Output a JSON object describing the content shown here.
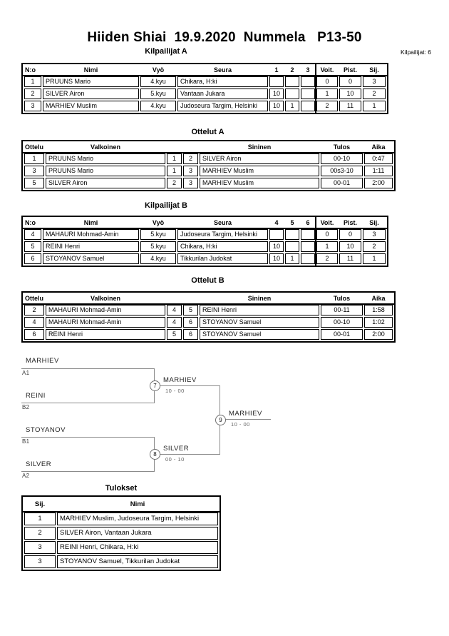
{
  "page": {
    "title": "Hiiden Shiai  19.9.2020  Nummela   P13-50",
    "participants_label": "Kilpailijat: 6"
  },
  "tables": {
    "kilpailijat_a": {
      "heading": "Kilpailijat A",
      "headers": {
        "no": "N:o",
        "nimi": "Nimi",
        "vyo": "Vyö",
        "seura": "Seura",
        "c1": "1",
        "c2": "2",
        "c3": "3",
        "voit": "Voit.",
        "pist": "Pist.",
        "sij": "Sij."
      },
      "rows": [
        {
          "no": "1",
          "nimi": "PRUUNS Mario",
          "vyo": "4.kyu",
          "seura": "Chikara, H:ki",
          "c1": "",
          "c2": "",
          "c3": "",
          "voit": "0",
          "pist": "0",
          "sij": "3"
        },
        {
          "no": "2",
          "nimi": "SILVER Airon",
          "vyo": "5.kyu",
          "seura": "Vantaan Jukara",
          "c1": "10",
          "c2": "",
          "c3": "",
          "voit": "1",
          "pist": "10",
          "sij": "2"
        },
        {
          "no": "3",
          "nimi": "MARHIEV Muslim",
          "vyo": "4.kyu",
          "seura": "Judoseura Targim, Helsinki",
          "c1": "10",
          "c2": "1",
          "c3": "",
          "voit": "2",
          "pist": "11",
          "sij": "1"
        }
      ]
    },
    "ottelut_a": {
      "heading": "Ottelut A",
      "headers": {
        "ottelu": "Ottelu",
        "valkoinen": "Valkoinen",
        "sininen": "Sininen",
        "tulos": "Tulos",
        "aika": "Aika"
      },
      "rows": [
        {
          "ottelu": "1",
          "valkoinen": "PRUUNS Mario",
          "wno": "1",
          "bno": "2",
          "sininen": "SILVER Airon",
          "tulos": "00-10",
          "aika": "0:47"
        },
        {
          "ottelu": "3",
          "valkoinen": "PRUUNS Mario",
          "wno": "1",
          "bno": "3",
          "sininen": "MARHIEV Muslim",
          "tulos": "00s3-10",
          "aika": "1:11"
        },
        {
          "ottelu": "5",
          "valkoinen": "SILVER Airon",
          "wno": "2",
          "bno": "3",
          "sininen": "MARHIEV Muslim",
          "tulos": "00-01",
          "aika": "2:00"
        }
      ]
    },
    "kilpailijat_b": {
      "heading": "Kilpailijat B",
      "headers": {
        "no": "N:o",
        "nimi": "Nimi",
        "vyo": "Vyö",
        "seura": "Seura",
        "c1": "4",
        "c2": "5",
        "c3": "6",
        "voit": "Voit.",
        "pist": "Pist.",
        "sij": "Sij."
      },
      "rows": [
        {
          "no": "4",
          "nimi": "MAHAURI Mohmad-Amin",
          "vyo": "5.kyu",
          "seura": "Judoseura Targim, Helsinki",
          "c1": "",
          "c2": "",
          "c3": "",
          "voit": "0",
          "pist": "0",
          "sij": "3"
        },
        {
          "no": "5",
          "nimi": "REINI Henri",
          "vyo": "5.kyu",
          "seura": "Chikara, H:ki",
          "c1": "10",
          "c2": "",
          "c3": "",
          "voit": "1",
          "pist": "10",
          "sij": "2"
        },
        {
          "no": "6",
          "nimi": "STOYANOV Samuel",
          "vyo": "4.kyu",
          "seura": "Tikkurilan Judokat",
          "c1": "10",
          "c2": "1",
          "c3": "",
          "voit": "2",
          "pist": "11",
          "sij": "1"
        }
      ]
    },
    "ottelut_b": {
      "heading": "Ottelut B",
      "headers": {
        "ottelu": "Ottelu",
        "valkoinen": "Valkoinen",
        "sininen": "Sininen",
        "tulos": "Tulos",
        "aika": "Aika"
      },
      "rows": [
        {
          "ottelu": "2",
          "valkoinen": "MAHAURI Mohmad-Amin",
          "wno": "4",
          "bno": "5",
          "sininen": "REINI Henri",
          "tulos": "00-11",
          "aika": "1:58"
        },
        {
          "ottelu": "4",
          "valkoinen": "MAHAURI Mohmad-Amin",
          "wno": "4",
          "bno": "6",
          "sininen": "STOYANOV Samuel",
          "tulos": "00-10",
          "aika": "1:02"
        },
        {
          "ottelu": "6",
          "valkoinen": "REINI Henri",
          "wno": "5",
          "bno": "6",
          "sininen": "STOYANOV Samuel",
          "tulos": "00-01",
          "aika": "2:00"
        }
      ]
    },
    "tulokset": {
      "heading": "Tulokset",
      "headers": {
        "sij": "Sij.",
        "nimi": "Nimi"
      },
      "rows": [
        {
          "sij": "1",
          "nimi": "MARHIEV Muslim, Judoseura Targim, Helsinki"
        },
        {
          "sij": "2",
          "nimi": "SILVER Airon, Vantaan Jukara"
        },
        {
          "sij": "3",
          "nimi": "REINI Henri, Chikara, H:ki"
        },
        {
          "sij": "3",
          "nimi": "STOYANOV Samuel, Tikkurilan Judokat"
        }
      ]
    }
  },
  "bracket": {
    "semifinal_1": {
      "match_no": "7",
      "top_name": "MARHIEV",
      "top_seed": "A1",
      "bottom_name": "REINI",
      "bottom_seed": "B2",
      "winner": "MARHIEV",
      "score": "10 - 00"
    },
    "semifinal_2": {
      "match_no": "8",
      "top_name": "STOYANOV",
      "top_seed": "B1",
      "bottom_name": "SILVER",
      "bottom_seed": "A2",
      "winner": "SILVER",
      "score": "00 - 10"
    },
    "final": {
      "match_no": "9",
      "winner": "MARHIEV",
      "score": "10 - 00"
    }
  },
  "colors": {
    "line_gray": "#8a8a8a",
    "border_black": "#000000"
  }
}
